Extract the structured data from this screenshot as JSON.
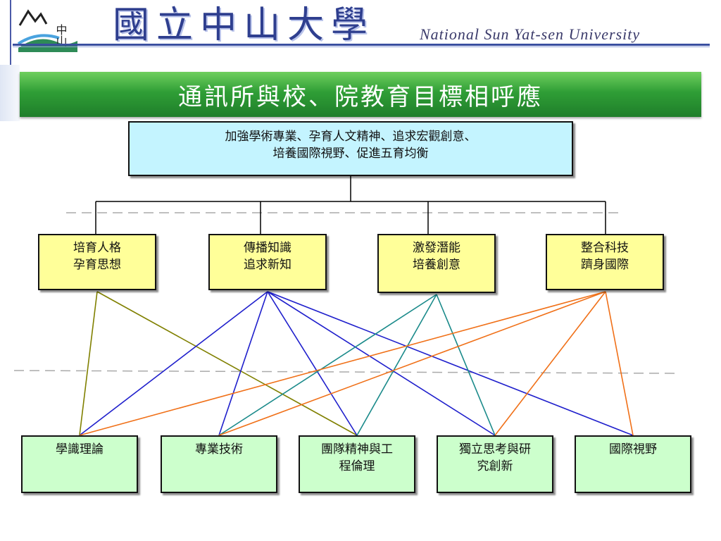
{
  "header": {
    "university_cn": "國立中山大學",
    "university_en": "National Sun Yat-sen University",
    "logo_text": "中山"
  },
  "title": "通訊所與校、院教育目標相呼應",
  "top_goal": {
    "line1": "加強學術專業、孕育人文精神、追求宏觀創意、",
    "line2": "培養國際視野、促進五育均衡"
  },
  "institute_goals": [
    {
      "line1": "培育人格",
      "line2": "孕育思想"
    },
    {
      "line1": "傳播知識",
      "line2": "追求新知"
    },
    {
      "line1": "激發潛能",
      "line2": "培養創意"
    },
    {
      "line1": "整合科技",
      "line2": "躋身國際"
    }
  ],
  "outcomes": [
    {
      "line1": "學識理論",
      "line2": ""
    },
    {
      "line1": "專業技術",
      "line2": ""
    },
    {
      "line1": "團隊精神與工",
      "line2": "程倫理"
    },
    {
      "line1": "獨立思考與研",
      "line2": "究創新"
    },
    {
      "line1": "國際視野",
      "line2": ""
    }
  ],
  "connections": [
    {
      "from": 0,
      "to": [
        0,
        2
      ],
      "color": "#808000"
    },
    {
      "from": 1,
      "to": [
        0,
        1,
        2,
        3,
        4
      ],
      "color": "#1f1fcc"
    },
    {
      "from": 2,
      "to": [
        1,
        2,
        3
      ],
      "color": "#1a8a8a"
    },
    {
      "from": 3,
      "to": [
        0,
        1,
        3,
        4
      ],
      "color": "#f07018"
    }
  ],
  "colors": {
    "title_bar": "#2f9e36",
    "top_box": "#c4f4ff",
    "mid_box": "#ffff99",
    "bottom_box": "#ccffcc",
    "header_blue": "#2f3f8f"
  }
}
